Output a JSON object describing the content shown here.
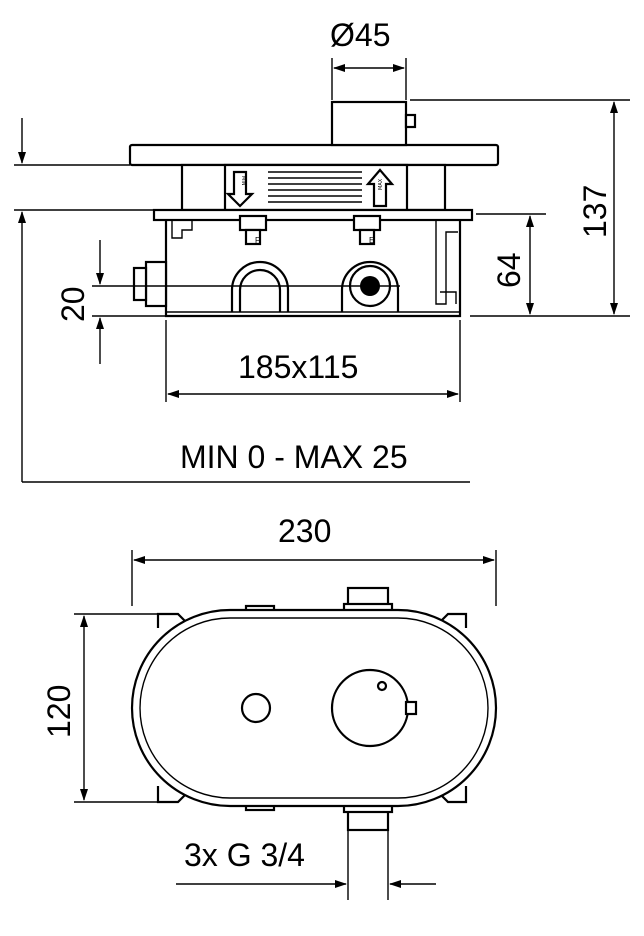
{
  "dimensions": {
    "top_diameter": "Ø45",
    "height_total": "137",
    "height_box": "64",
    "offset": "20",
    "box_size": "185x115",
    "depth_range": "MIN 0 - MAX 25",
    "width_plate": "230",
    "height_plate": "120",
    "connections": "3x G 3/4"
  },
  "labels": {
    "port_f": "F",
    "port_e": "E",
    "arrow_min": "MIN",
    "arrow_max": "MAX"
  },
  "colors": {
    "line": "#000000",
    "background": "#ffffff"
  }
}
